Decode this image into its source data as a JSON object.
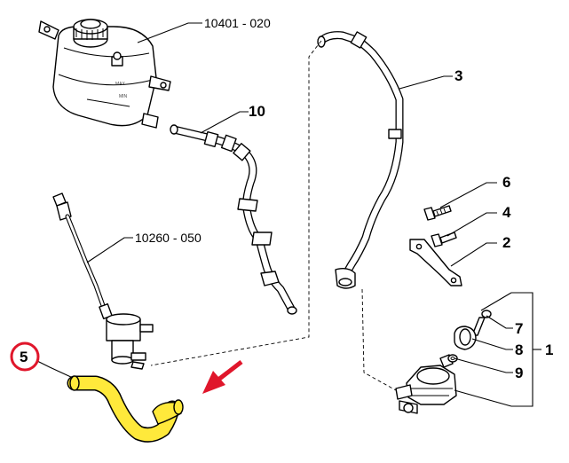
{
  "callouts": {
    "p10401": "10401 - 020",
    "p10": "10",
    "p3": "3",
    "p6": "6",
    "p4": "4",
    "p2": "2",
    "p10260": "10260 - 050",
    "p7": "7",
    "p8": "8",
    "p9": "9",
    "p1": "1",
    "p5": "5"
  },
  "tank_markings": {
    "max": "MAX",
    "min": "MIN"
  },
  "colors": {
    "highlight_ring": "#e0162b",
    "hose_fill": "#ffe93b",
    "arrow": "#e0162b"
  }
}
